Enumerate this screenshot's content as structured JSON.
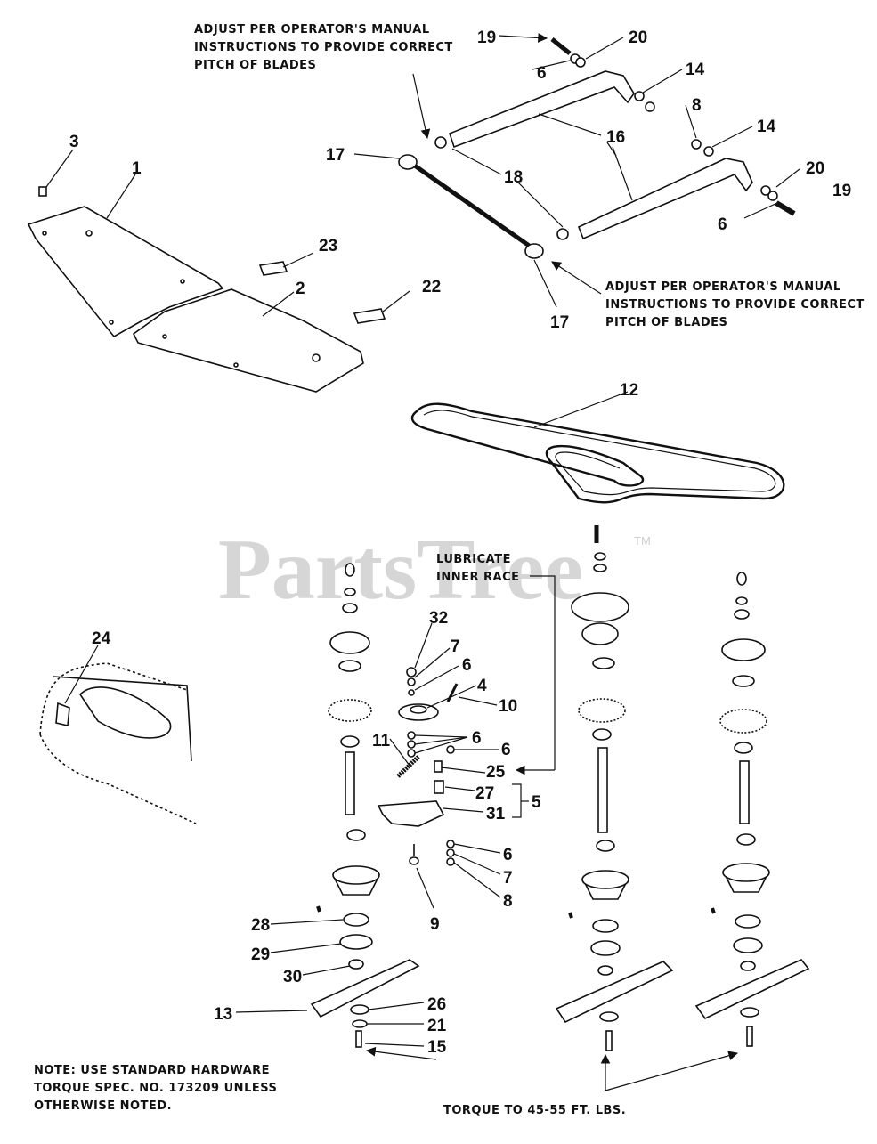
{
  "diagram": {
    "watermark": "PartsTree",
    "trademark": "TM",
    "notes": {
      "adjust_top": [
        "ADJUST PER OPERATOR'S MANUAL",
        "INSTRUCTIONS TO PROVIDE CORRECT",
        "PITCH OF BLADES"
      ],
      "adjust_right": [
        "ADJUST PER OPERATOR'S MANUAL",
        "INSTRUCTIONS TO PROVIDE CORRECT",
        "PITCH OF BLADES"
      ],
      "lubricate": [
        "LUBRICATE",
        "INNER RACE"
      ],
      "hardware": [
        "NOTE: USE STANDARD HARDWARE",
        "TORQUE SPEC. NO. 173209 UNLESS",
        "OTHERWISE NOTED."
      ],
      "torque": "TORQUE TO 45-55 FT. LBS."
    },
    "callouts": [
      {
        "id": "c1",
        "label": "1"
      },
      {
        "id": "c2",
        "label": "2"
      },
      {
        "id": "c3",
        "label": "3"
      },
      {
        "id": "c4",
        "label": "4"
      },
      {
        "id": "c5",
        "label": "5"
      },
      {
        "id": "c6a",
        "label": "6"
      },
      {
        "id": "c6b",
        "label": "6"
      },
      {
        "id": "c6c",
        "label": "6"
      },
      {
        "id": "c6d",
        "label": "6"
      },
      {
        "id": "c6e",
        "label": "6"
      },
      {
        "id": "c6f",
        "label": "6"
      },
      {
        "id": "c7a",
        "label": "7"
      },
      {
        "id": "c7b",
        "label": "7"
      },
      {
        "id": "c8a",
        "label": "8"
      },
      {
        "id": "c8b",
        "label": "8"
      },
      {
        "id": "c9",
        "label": "9"
      },
      {
        "id": "c10",
        "label": "10"
      },
      {
        "id": "c11",
        "label": "11"
      },
      {
        "id": "c12",
        "label": "12"
      },
      {
        "id": "c13",
        "label": "13"
      },
      {
        "id": "c14a",
        "label": "14"
      },
      {
        "id": "c14b",
        "label": "14"
      },
      {
        "id": "c15",
        "label": "15"
      },
      {
        "id": "c16",
        "label": "16"
      },
      {
        "id": "c17a",
        "label": "17"
      },
      {
        "id": "c17b",
        "label": "17"
      },
      {
        "id": "c18",
        "label": "18"
      },
      {
        "id": "c19a",
        "label": "19"
      },
      {
        "id": "c19b",
        "label": "19"
      },
      {
        "id": "c20a",
        "label": "20"
      },
      {
        "id": "c20b",
        "label": "20"
      },
      {
        "id": "c21",
        "label": "21"
      },
      {
        "id": "c22",
        "label": "22"
      },
      {
        "id": "c23",
        "label": "23"
      },
      {
        "id": "c24",
        "label": "24"
      },
      {
        "id": "c25",
        "label": "25"
      },
      {
        "id": "c26",
        "label": "26"
      },
      {
        "id": "c27",
        "label": "27"
      },
      {
        "id": "c28",
        "label": "28"
      },
      {
        "id": "c29",
        "label": "29"
      },
      {
        "id": "c30",
        "label": "30"
      },
      {
        "id": "c31",
        "label": "31"
      },
      {
        "id": "c32",
        "label": "32"
      }
    ]
  }
}
